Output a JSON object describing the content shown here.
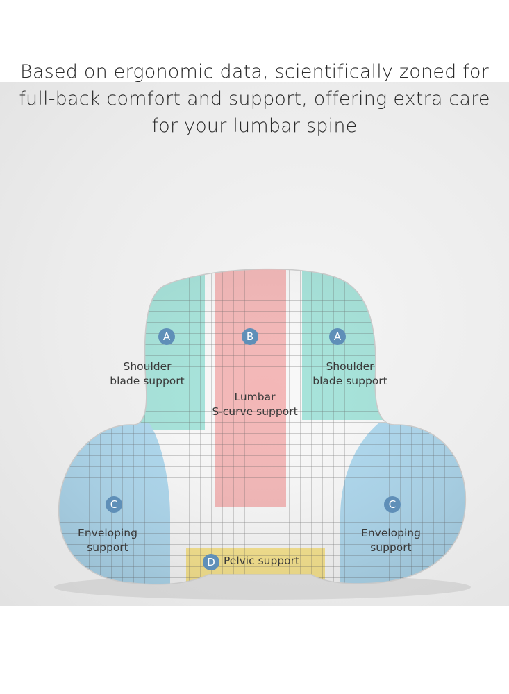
{
  "headline": {
    "line1": "Based on ergonomic data, scientifically zoned for",
    "line2": "full-back comfort and support, offering extra care",
    "line3": "for your lumbar spine"
  },
  "zones": {
    "shoulder_left": {
      "badge": "A",
      "line1": "Shoulder",
      "line2": "blade support"
    },
    "lumbar": {
      "badge": "B",
      "line1": "Lumbar",
      "line2": "S-curve support"
    },
    "shoulder_right": {
      "badge": "A",
      "line1": "Shoulder",
      "line2": "blade support"
    },
    "enveloping_left": {
      "badge": "C",
      "line1": "Enveloping",
      "line2": "support"
    },
    "enveloping_right": {
      "badge": "C",
      "line1": "Enveloping",
      "line2": "support"
    },
    "pelvic": {
      "badge": "D",
      "label": "Pelvic support"
    }
  },
  "colors": {
    "shoulder_zone": "#a6e3da",
    "lumbar_zone": "#f3b7b7",
    "enveloping_zone": "#aed8ee",
    "pelvic_zone": "#f8e48e",
    "pillow_base": "#f8f8f8",
    "grid_line": "#5a5a5a",
    "badge": "#5f8fb8"
  }
}
